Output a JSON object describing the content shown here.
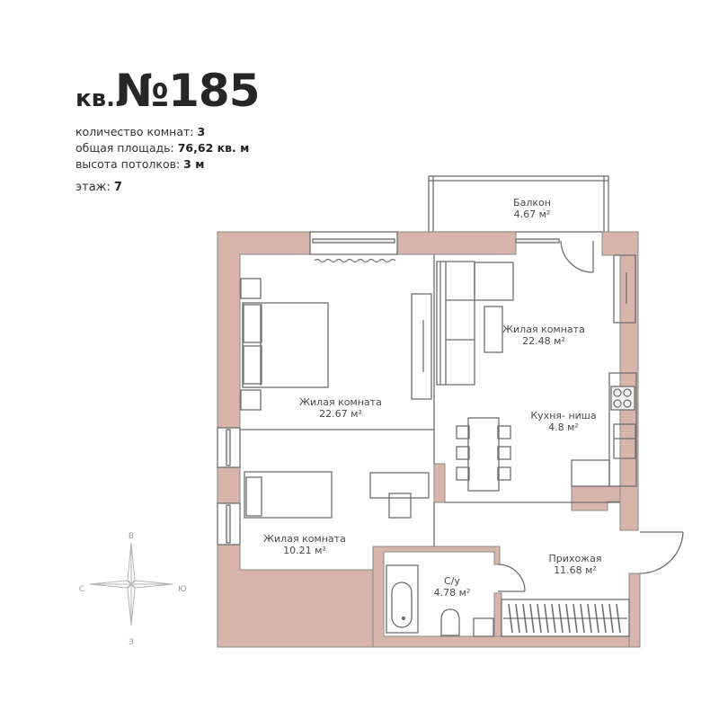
{
  "header": {
    "prefix": "кв.",
    "number": "№185"
  },
  "info": {
    "rooms_label": "количество комнат:",
    "rooms_value": "3",
    "area_label": "общая площадь:",
    "area_value": "76,62 кв. м",
    "height_label": "высота потолков:",
    "height_value": "3 м",
    "floor_label": "этаж:",
    "floor_value": "7"
  },
  "rooms": [
    {
      "name": "Балкон",
      "area": "4.67 м²"
    },
    {
      "name": "Жилая комната",
      "area": "22.48 м²"
    },
    {
      "name": "Жилая комната",
      "area": "22.67 м²"
    },
    {
      "name": "Кухня- ниша",
      "area": "4.8 м²"
    },
    {
      "name": "Жилая комната",
      "area": "10.21 м²"
    },
    {
      "name": "С/у",
      "area": "4.78 м²"
    },
    {
      "name": "Прихожая",
      "area": "11.68 м²"
    }
  ],
  "compass": {
    "north": "В",
    "south": "З",
    "west": "С",
    "east": "Ю"
  },
  "colors": {
    "wall": "#d8b5aa",
    "line": "#6e6e6e",
    "text": "#2b2b2b"
  }
}
